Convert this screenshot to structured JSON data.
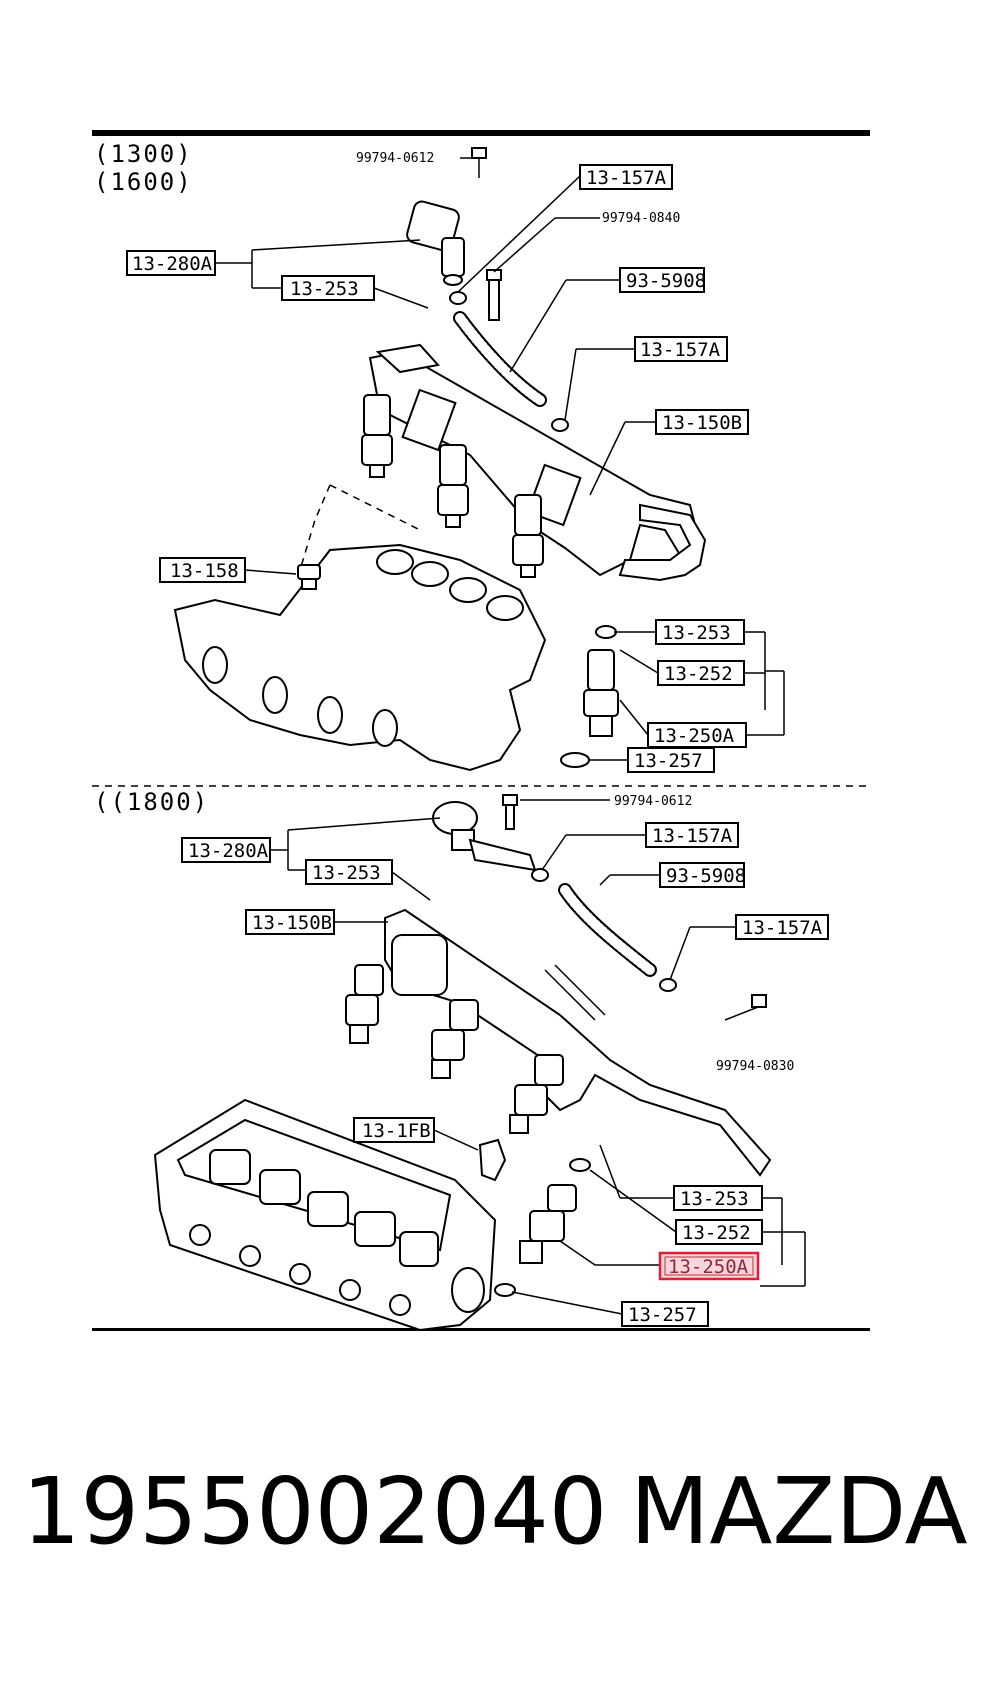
{
  "sections": {
    "top": [
      "(1300)",
      "(1600)"
    ],
    "bottom": "((1800)"
  },
  "callouts_top": {
    "bolt_a": "99794-0612",
    "clip_a": "13-157A",
    "bolt_b": "99794-0840",
    "regulator": "13-280A",
    "oring_a": "13-253",
    "hose": "93-5908",
    "clip_b": "13-157A",
    "rail": "13-150B",
    "damper": "13-158",
    "oring_b": "13-253",
    "seal": "13-252",
    "injector": "13-250A",
    "insulator": "13-257"
  },
  "callouts_bottom": {
    "bolt_a": "99794-0612",
    "regulator": "13-280A",
    "clip_a": "13-157A",
    "oring_a": "13-253",
    "hose": "93-5908",
    "rail": "13-150B",
    "clip_b": "13-157A",
    "bolt_b": "99794-0830",
    "sensor": "13-1FB",
    "oring_b": "13-253",
    "seal": "13-252",
    "injector": "13-250A",
    "insulator": "13-257"
  },
  "highlight_color": "#e0203a",
  "footer": {
    "part_number": "1955002040",
    "brand": "MAZDA"
  }
}
